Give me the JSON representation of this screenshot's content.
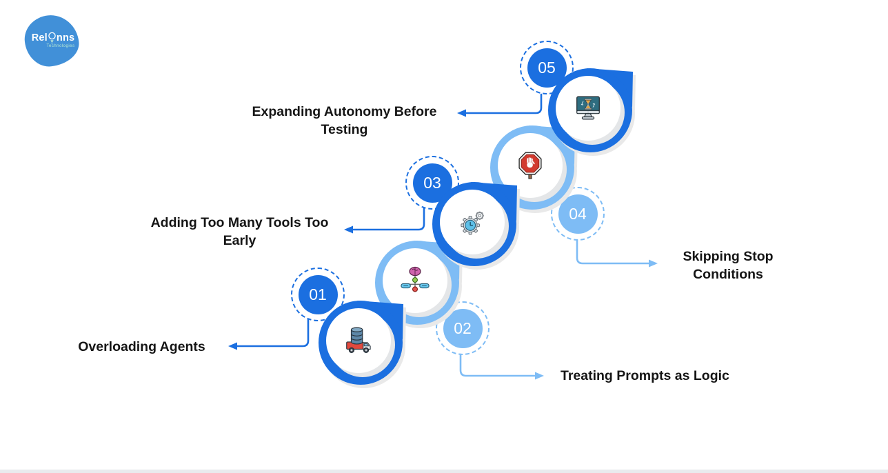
{
  "logo": {
    "brand_prefix": "Rel",
    "brand_suffix": "nns",
    "tagline": "Technologies"
  },
  "colors": {
    "dark_blue": "#1b6fe0",
    "light_blue": "#7ebcf5",
    "label_text": "#151515",
    "shadow_gray": "#e9e9e9",
    "logo_blue": "#4190d8",
    "stop_sign_red": "#d23a2e",
    "truck_red": "#e2493e",
    "brain_pink": "#cf64ad",
    "gear_blue": "#5fc0e8",
    "hourglass_orange": "#eda63e"
  },
  "steps": [
    {
      "number": "01",
      "label": "Overloading Agents",
      "icon": "database-truck-icon",
      "tone": "dark"
    },
    {
      "number": "02",
      "label": "Treating Prompts as Logic",
      "icon": "brain-flowchart-icon",
      "tone": "light"
    },
    {
      "number": "03",
      "label": "Adding Too Many Tools Too Early",
      "icon": "gears-icon",
      "tone": "dark"
    },
    {
      "number": "04",
      "label": "Skipping Stop Conditions",
      "icon": "stop-hand-icon",
      "tone": "light"
    },
    {
      "number": "05",
      "label": "Expanding Autonomy Before Testing",
      "icon": "monitor-hourglass-icon",
      "tone": "dark"
    }
  ]
}
